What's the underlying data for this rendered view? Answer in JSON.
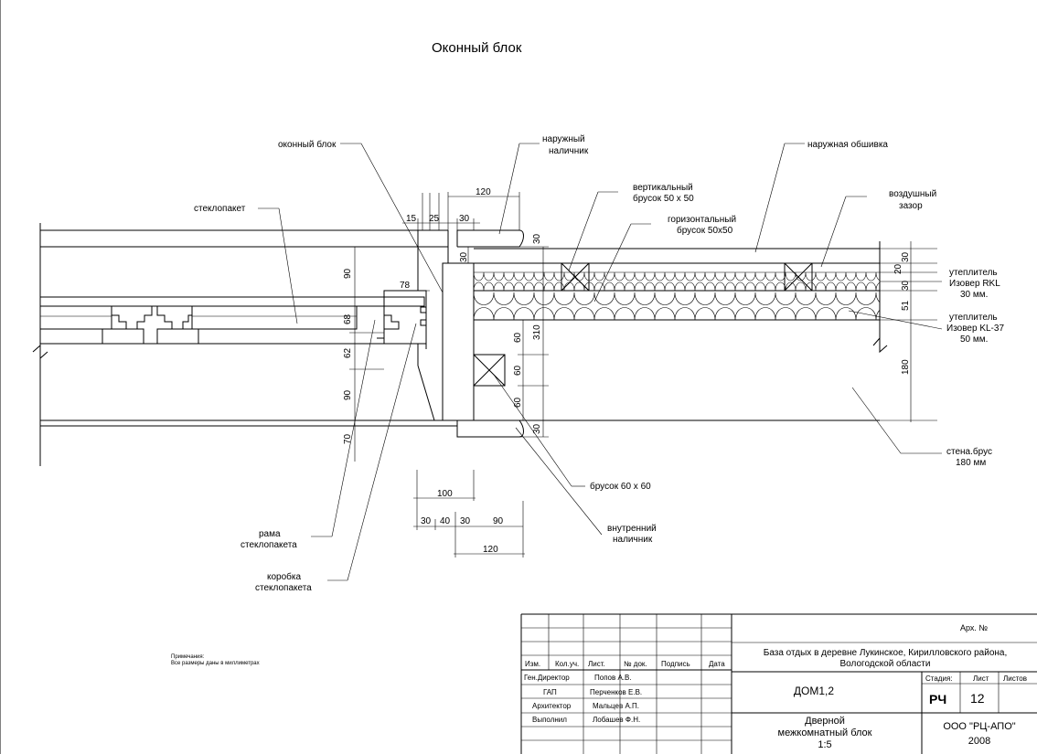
{
  "title": "Оконный блок",
  "labels": {
    "window_block": "оконный блок",
    "outer_casing": [
      "наружный",
      "наличник"
    ],
    "outer_cladding": "наружная обшивка",
    "vertical_bar": [
      "вертикальный",
      "брусок 50 х 50"
    ],
    "horizontal_bar": [
      "горизонтальный",
      "брусок 50х50"
    ],
    "air_gap": [
      "воздушный",
      "зазор"
    ],
    "glass_unit": "стеклопакет",
    "insulation_rkl": [
      "утеплитель",
      "Изовер RKL",
      "30 мм."
    ],
    "insulation_kl37": [
      "утеплитель",
      "Изовер KL-37",
      "50 мм."
    ],
    "wall_beam": [
      "стена.брус",
      "180 мм"
    ],
    "bar_60": "брусок 60 х 60",
    "inner_casing": [
      "внутренний",
      "наличник"
    ],
    "glass_frame": [
      "рама",
      "стеклопакета"
    ],
    "glass_box": [
      "коробка",
      "стеклопакета"
    ]
  },
  "dims": {
    "top_120": "120",
    "d15": "15",
    "d25": "25",
    "d30a": "30",
    "d30b": "30",
    "d30c": "30",
    "d78": "78",
    "d90a": "90",
    "d68": "68",
    "d62": "62",
    "d90b": "90",
    "d70": "70",
    "d310": "310",
    "d60a": "60",
    "d60b": "60",
    "d60c": "60",
    "d30d": "30",
    "r30": "30",
    "r20": "20",
    "r30b": "30",
    "r51": "51",
    "r180": "180",
    "b100": "100",
    "b30a": "30",
    "b40": "40",
    "b30b": "30",
    "b90": "90",
    "b120": "120"
  },
  "notes": [
    "Примечания:",
    "Все размеры даны в миллиметрах"
  ],
  "title_block": {
    "arch_no": "Арх. №",
    "project": [
      "База отдых в деревне Лукинское, Кирилловского района,",
      "Вологодской области"
    ],
    "col_headers": [
      "Изм.",
      "Кол.уч.",
      "Лист.",
      "№ док.",
      "Подпись",
      "Дата"
    ],
    "roles": [
      {
        "role": "Ген.Директор",
        "name": "Попов А.В."
      },
      {
        "role": "ГАП",
        "name": "Перченков Е.В."
      },
      {
        "role": "Архитектор",
        "name": "Мальцев А.П."
      },
      {
        "role": "Выполнил",
        "name": "Лобашев Ф.Н."
      }
    ],
    "object": "ДОМ1,2",
    "stage_label": "Стадия:",
    "sheet_label": "Лист",
    "sheets_label": "Листов",
    "stage": "РЧ",
    "sheet": "12",
    "drawing_name": [
      "Дверной",
      "межкомнатный блок",
      "1:5"
    ],
    "company": "ООО \"РЦ-АПО\"",
    "year": "2008"
  }
}
